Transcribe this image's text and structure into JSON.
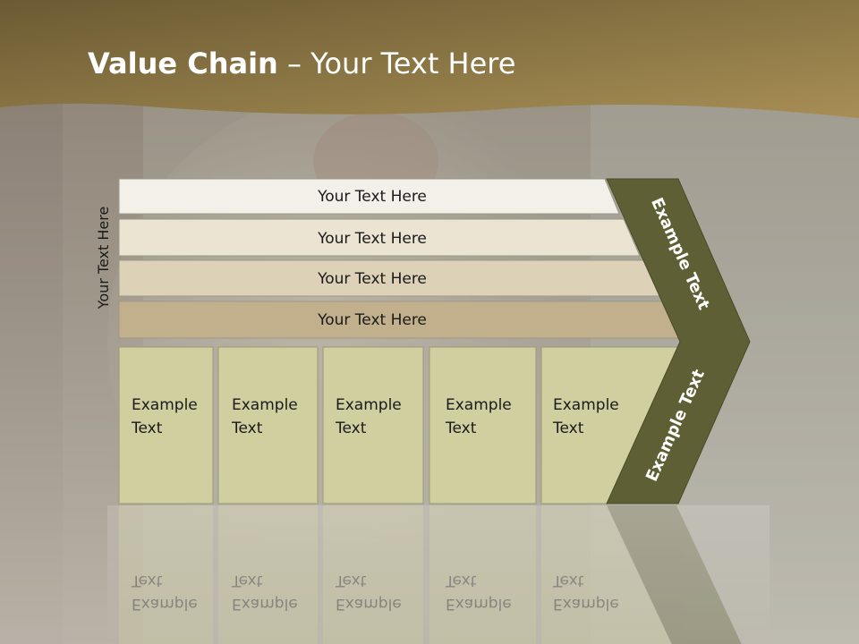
{
  "slide": {
    "title_bold": "Value Chain",
    "title_rest": " – Your Text Here",
    "vertical_label": "Your Text Here"
  },
  "bars": [
    {
      "label": "Your Text Here",
      "color": "#f3f0ea"
    },
    {
      "label": "Your Text Here",
      "color": "#ece4d2"
    },
    {
      "label": "Your Text Here",
      "color": "#ddd2b8"
    },
    {
      "label": "Your Text Here",
      "color": "#c2b08c"
    }
  ],
  "boxes": [
    {
      "line1": "Example",
      "line2": "Text"
    },
    {
      "line1": "Example",
      "line2": "Text"
    },
    {
      "line1": "Example",
      "line2": "Text"
    },
    {
      "line1": "Example",
      "line2": "Text"
    },
    {
      "line1": "Example",
      "line2": "Text"
    }
  ],
  "chevron": {
    "top_label": "Example Text",
    "bottom_label": "Example Text",
    "color": "#5f5f35"
  },
  "colors": {
    "header": "#8c7645",
    "box_fill": "#cfcfa0",
    "box_border": "#9a9a78",
    "text_dark": "#1a1a1a"
  }
}
